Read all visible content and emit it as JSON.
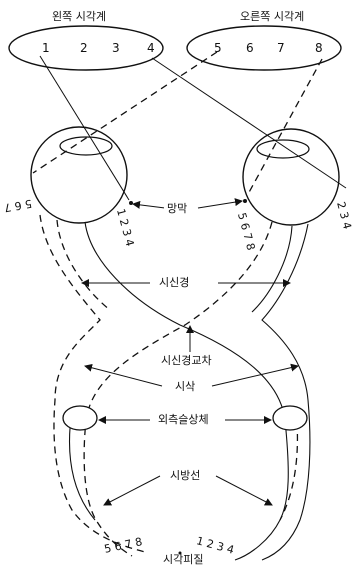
{
  "visual_fields": {
    "left_title": "왼쪽 시각계",
    "right_title": "오른쪽 시각계",
    "left_numbers": [
      "1",
      "2",
      "3",
      "4"
    ],
    "right_numbers": [
      "5",
      "6",
      "7",
      "8"
    ]
  },
  "labels": {
    "retina": "망막",
    "optic_nerve": "시신경",
    "optic_chiasm": "시신경교차",
    "optic_tract": "시삭",
    "lgn": "외측슬상체",
    "optic_radiation": "시방선",
    "visual_cortex": "시각피질"
  },
  "retina_numbers": {
    "left_eye_outer": "5 6 7",
    "left_eye_inner": "1 2 3 4",
    "right_eye_inner": "5 6 7 8",
    "right_eye_outer": "2 3 4"
  },
  "cortex_numbers": {
    "left": "5 6 7 8",
    "right": "1 2 3 4"
  }
}
